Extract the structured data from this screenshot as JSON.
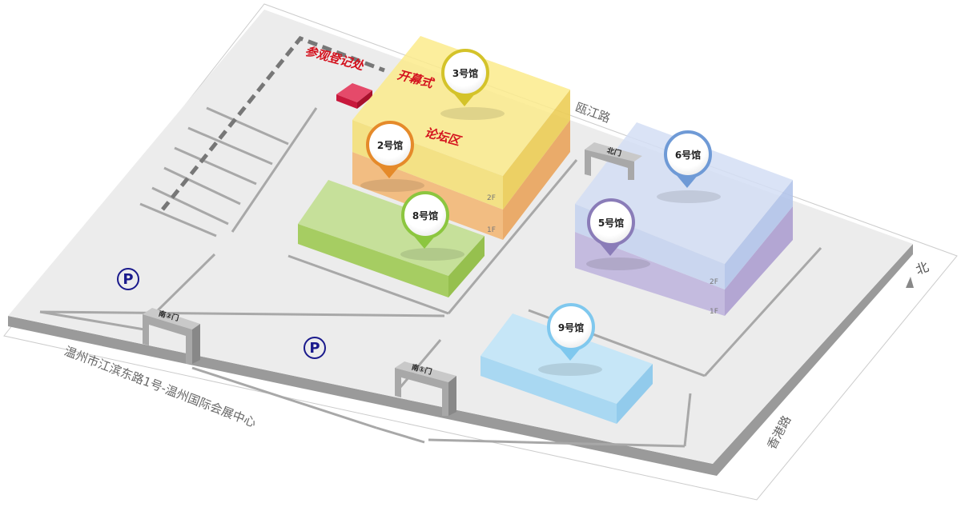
{
  "labels": {
    "registration": "参观登记处",
    "opening": "开幕式",
    "forum": "论坛区"
  },
  "halls": [
    {
      "name": "3号馆",
      "color": "#d4c32a"
    },
    {
      "name": "2号馆",
      "color": "#e58a2a"
    },
    {
      "name": "8号馆",
      "color": "#8cc63f"
    },
    {
      "name": "6号馆",
      "color": "#6f9ad6"
    },
    {
      "name": "5号馆",
      "color": "#8a7cb8"
    },
    {
      "name": "9号馆",
      "color": "#7fc8ee"
    }
  ],
  "floors": {
    "f2": "2F",
    "f1": "1F"
  },
  "gates": {
    "north": "北门",
    "south2": "南②门",
    "south1": "南①门"
  },
  "parking": "P",
  "roads": {
    "oujiang": "瓯江路",
    "xianggang": "香港路",
    "address": "温州市江滨东路1号-温州国际会展中心"
  },
  "compass": "北"
}
